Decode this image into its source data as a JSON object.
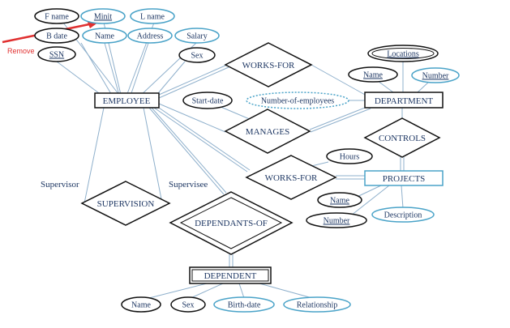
{
  "colors": {
    "line": "#8fb0cc",
    "black_oval": "#111111",
    "blue_oval": "#4aa3c8",
    "text": "#1f3864",
    "annotation": "#e03030"
  },
  "annotation": {
    "label": "Remove"
  },
  "entities": {
    "employee": "EMPLOYEE",
    "department": "DEPARTMENT",
    "projects": "PROJECTS",
    "dependent": "DEPENDENT"
  },
  "relationships": {
    "works_for_top": "WORKS-FOR",
    "manages": "MANAGES",
    "controls": "CONTROLS",
    "works_for_bottom": "WORKS-FOR",
    "supervision": "SUPERVISION",
    "dependants_of": "DEPENDANTS-OF"
  },
  "roles": {
    "supervisor": "Supervisor",
    "supervisee": "Supervisee"
  },
  "attributes": {
    "employee": {
      "fname": "F name",
      "minit": "Minit",
      "lname": "L name",
      "bdate": "B date",
      "name": "Name",
      "address": "Address",
      "salary": "Salary",
      "ssn": "SSN",
      "sex": "Sex"
    },
    "manages": {
      "start_date": "Start-date"
    },
    "department": {
      "locations": "Locations",
      "name": "Name",
      "number": "Number",
      "number_of_employees": "Number-of-employees"
    },
    "works_for": {
      "hours": "Hours"
    },
    "projects": {
      "name": "Name",
      "number": "Number",
      "description": "Description"
    },
    "dependent": {
      "name": "Name",
      "sex": "Sex",
      "birth_date": "Birth-date",
      "relationship": "Relationship"
    }
  }
}
